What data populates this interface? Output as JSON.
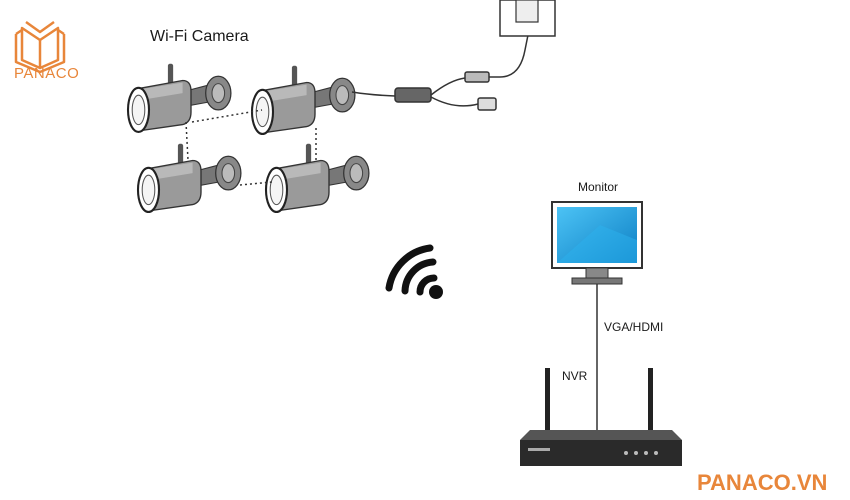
{
  "brand": {
    "logo_text": "PANACO",
    "website": "PANACO.VN",
    "color": "#e8863a"
  },
  "labels": {
    "cameras": "Wi-Fi Camera",
    "monitor": "Monitor",
    "connection": "VGA/HDMI",
    "recorder": "NVR"
  },
  "icons": {
    "logo": "open-book-logo-icon",
    "camera": "bullet-camera-icon",
    "wifi": "wifi-signal-icon",
    "monitor": "monitor-icon",
    "nvr": "nvr-recorder-icon",
    "power": "power-outlet-icon"
  },
  "colors": {
    "line": "#333333",
    "screen": "#1aa0e0",
    "accent": "#e8863a"
  }
}
